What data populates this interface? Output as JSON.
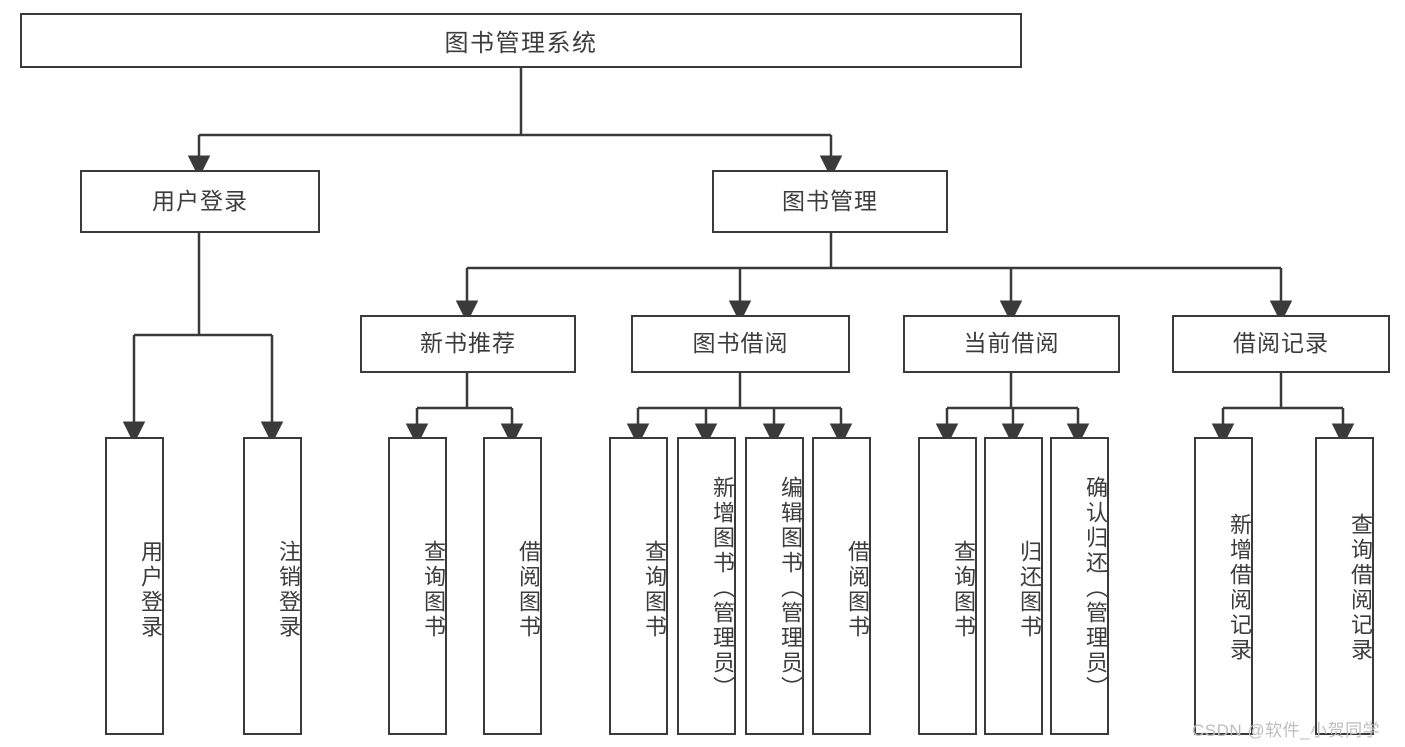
{
  "diagram": {
    "title": "图书管理系统",
    "watermark": "CSDN @软件_小贺同学",
    "colors": {
      "border": "#3a3a3a",
      "text": "#3c3c3c",
      "background": "#ffffff",
      "watermark": "#bdbdbd"
    },
    "root": {
      "label": "图书管理系统"
    },
    "level1": [
      {
        "label": "用户登录"
      },
      {
        "label": "图书管理"
      }
    ],
    "level2": [
      {
        "label": "新书推荐"
      },
      {
        "label": "图书借阅"
      },
      {
        "label": "当前借阅"
      },
      {
        "label": "借阅记录"
      }
    ],
    "leaves": {
      "user_login": [
        {
          "label": "用户登录"
        },
        {
          "label": "注销登录"
        }
      ],
      "new_book_recommend": [
        {
          "label": "查询图书"
        },
        {
          "label": "借阅图书"
        }
      ],
      "book_borrow": [
        {
          "label": "查询图书"
        },
        {
          "label": "新增图书（管理员）"
        },
        {
          "label": "编辑图书（管理员）"
        },
        {
          "label": "借阅图书"
        }
      ],
      "current_borrow": [
        {
          "label": "查询图书"
        },
        {
          "label": "归还图书"
        },
        {
          "label": "确认归还（管理员）"
        }
      ],
      "borrow_record": [
        {
          "label": "新增借阅记录"
        },
        {
          "label": "查询借阅记录"
        }
      ]
    }
  }
}
